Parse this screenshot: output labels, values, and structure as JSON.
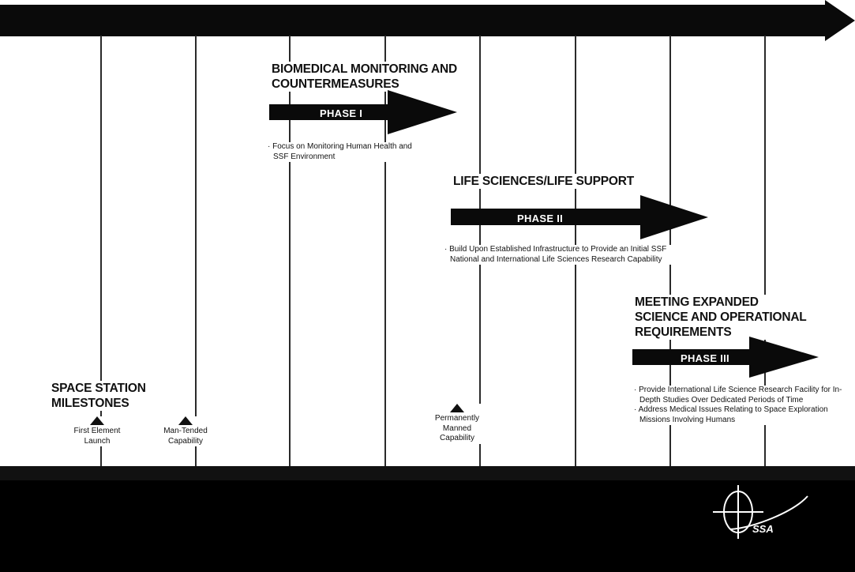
{
  "phases": [
    {
      "heading": [
        "BIOMEDICAL MONITORING AND",
        "COUNTERMEASURES"
      ],
      "label": "PHASE I",
      "bullets": [
        "Focus on Monitoring Human Health and SSF Environment"
      ]
    },
    {
      "heading": [
        "LIFE SCIENCES/LIFE SUPPORT"
      ],
      "label": "PHASE II",
      "bullets": [
        "Build Upon Established Infrastructure to Provide an Initial SSF National and International Life Sciences Research Capability"
      ]
    },
    {
      "heading": [
        "MEETING EXPANDED",
        "SCIENCE AND OPERATIONAL",
        "REQUIREMENTS"
      ],
      "label": "PHASE III",
      "bullets": [
        "Provide International Life Science Research Facility for In-Depth Studies Over Dedicated Periods of Time",
        "Address Medical Issues Relating to Space Exploration Missions Involving Humans"
      ]
    }
  ],
  "milestones": {
    "heading": [
      "SPACE STATION",
      "MILESTONES"
    ],
    "items": [
      {
        "label": [
          "First Element",
          "Launch"
        ]
      },
      {
        "label": [
          "Man-Tended",
          "Capability"
        ]
      },
      {
        "label": [
          "Permanently",
          "Manned",
          "Capability"
        ]
      }
    ]
  },
  "logo": {
    "text": "SSA"
  },
  "colors": {
    "arrow": "#0a0a0a",
    "footer": "#000000",
    "background": "#ffffff"
  }
}
